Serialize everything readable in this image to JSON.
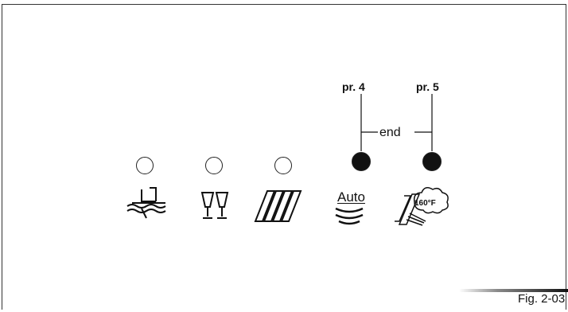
{
  "figure": {
    "label": "Fig. 2-03"
  },
  "programs": {
    "pr4_label": "pr. 4",
    "pr5_label": "pr. 5",
    "end_label": "end"
  },
  "indicators": [
    {
      "id": "prewash",
      "icon": "prewash-icon",
      "lit": false
    },
    {
      "id": "glass",
      "icon": "wine-glasses-icon",
      "lit": false
    },
    {
      "id": "rinse",
      "icon": "rinse-icon",
      "lit": false
    },
    {
      "id": "auto",
      "icon": "auto-dishes-icon",
      "lit": true,
      "text": "Auto"
    },
    {
      "id": "hot",
      "icon": "hot-rinse-icon",
      "lit": true,
      "text": "160°F"
    }
  ]
}
